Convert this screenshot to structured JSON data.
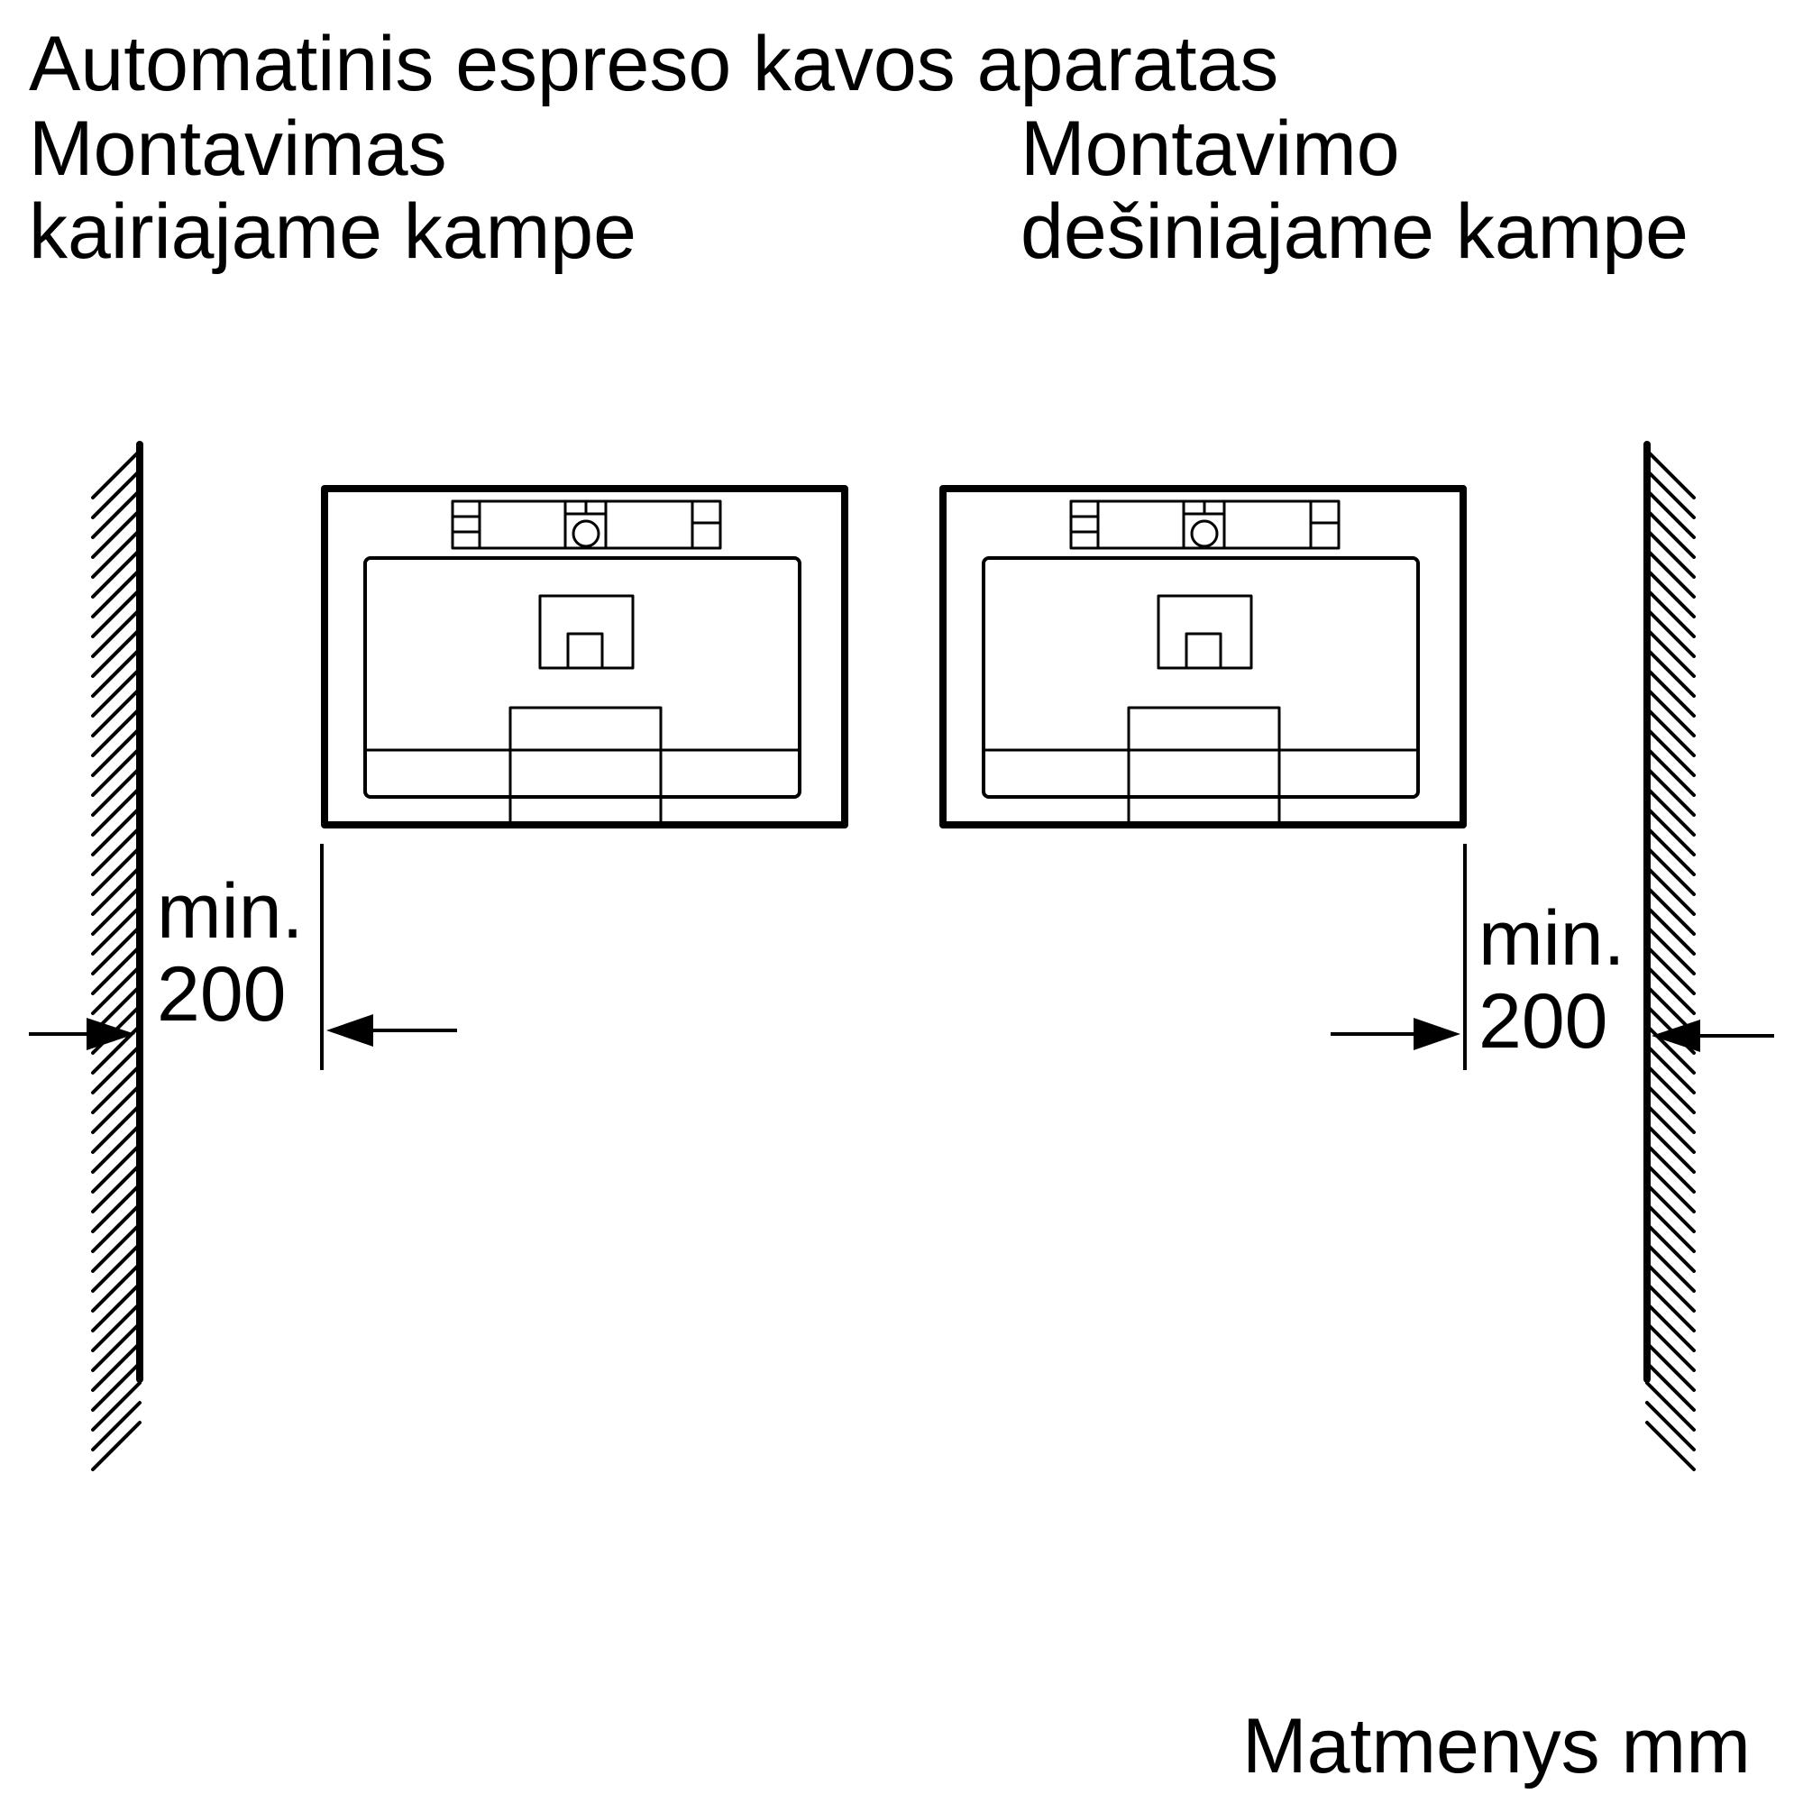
{
  "title": "Automatinis espreso kavos aparatas",
  "left_caption": {
    "line1": "Montavimas",
    "line2": "kairiajame kampe"
  },
  "right_caption": {
    "line1": "Montavimo",
    "line2": "dešiniajame kampe"
  },
  "left_dimension": {
    "prefix": "min.",
    "value": "200"
  },
  "right_dimension": {
    "prefix": "min.",
    "value": "200"
  },
  "units_note": "Matmenys mm",
  "colors": {
    "line": "#000000",
    "background": "#ffffff"
  }
}
